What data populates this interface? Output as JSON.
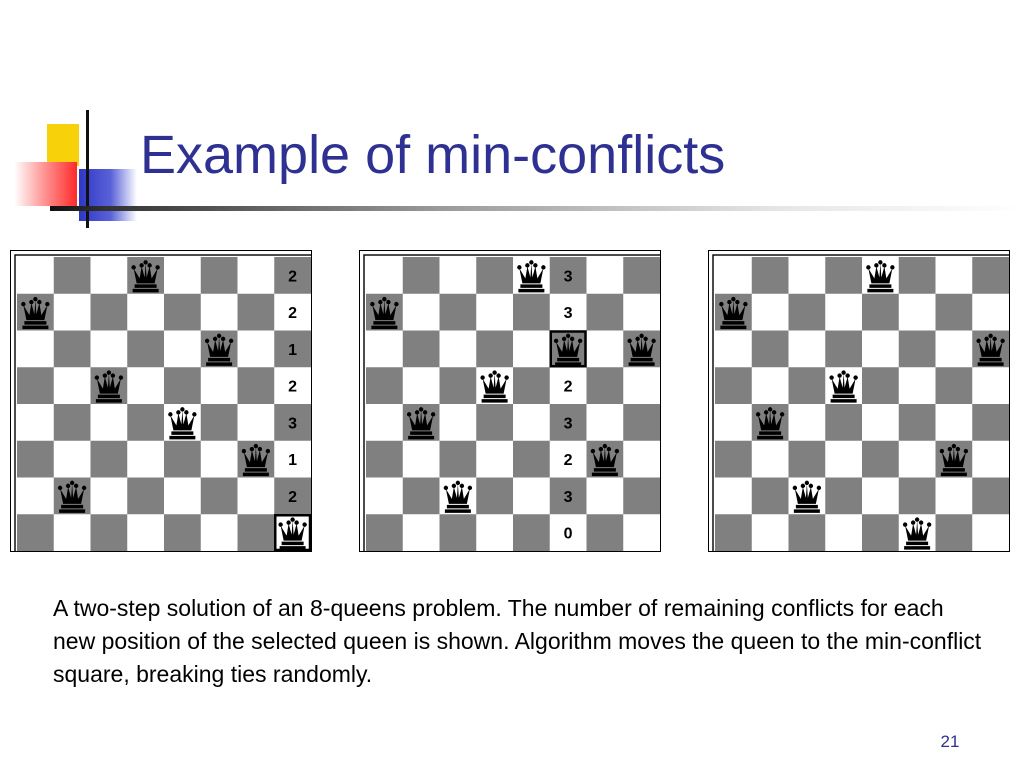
{
  "slide": {
    "title": "Example of min-conflicts",
    "caption": "A two-step solution of an 8-queens problem.  The number of remaining conflicts for each new position of the selected queen is shown. Algorithm moves the queen to the min-conflict square, breaking ties randomly.",
    "page_number": "21"
  },
  "colors": {
    "title": "#2e3192",
    "dark_square": "#808080",
    "light_square": "#ffffff",
    "queen": "#000000"
  },
  "boards": [
    {
      "queen_rows_by_column": [
        1,
        6,
        3,
        0,
        4,
        2,
        5,
        7
      ],
      "conflict_column": 7,
      "conflict_counts": [
        "2",
        "2",
        "1",
        "2",
        "3",
        "1",
        "2",
        ""
      ],
      "selected": {
        "column": 7,
        "row": 7
      }
    },
    {
      "queen_rows_by_column": [
        1,
        4,
        6,
        3,
        0,
        2,
        5,
        2
      ],
      "conflict_column": 5,
      "conflict_counts": [
        "3",
        "3",
        "",
        "2",
        "3",
        "2",
        "3",
        "0"
      ],
      "selected": {
        "column": 5,
        "row": 2
      }
    },
    {
      "queen_rows_by_column": [
        1,
        4,
        6,
        3,
        0,
        7,
        5,
        2
      ],
      "conflict_column": null,
      "conflict_counts": [],
      "selected": null
    }
  ]
}
